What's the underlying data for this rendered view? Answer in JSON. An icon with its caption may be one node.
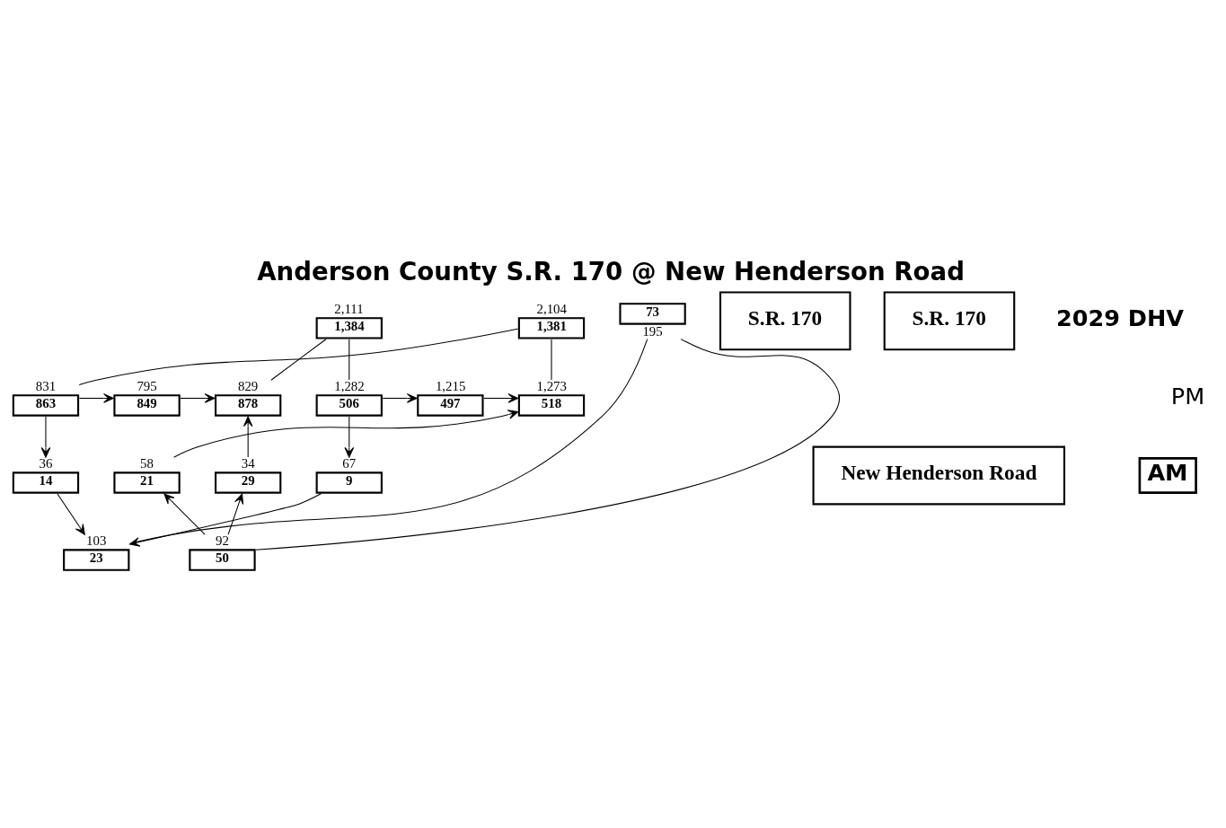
{
  "diagram": {
    "title": "Anderson County S.R. 170 @ New Henderson Road",
    "nodes": [
      {
        "text": [
          "878"
        ],
        "beside": [
          "829"
        ]
      },
      {
        "text": [
          "849"
        ],
        "beside": [
          "795"
        ]
      },
      {
        "text": [
          "863"
        ],
        "beside": [
          "831"
        ]
      },
      {
        "text": [
          "14"
        ],
        "beside": [
          "36"
        ]
      },
      {
        "text": [
          "1,384"
        ],
        "beside": [
          "2,111"
        ]
      },
      {
        "text": [
          "S.R. 170"
        ]
      },
      {
        "text": [
          "S.R. 170"
        ]
      },
      {
        "text": [
          "1,381"
        ],
        "beside": [
          "2,104"
        ]
      },
      {
        "text": [
          "506"
        ],
        "beside": [
          "1,282"
        ]
      },
      {
        "text": [
          "497"
        ],
        "beside": [
          "1,215"
        ]
      },
      {
        "text": [
          "518"
        ],
        "beside": [
          "1,273"
        ]
      },
      {
        "text": [
          "9"
        ],
        "beside": [
          "67"
        ]
      },
      {
        "text": [
          "29"
        ],
        "beside": [
          "34"
        ]
      },
      {
        "text": [
          "21"
        ],
        "beside": [
          "58"
        ]
      },
      {
        "text": [
          "New Henderson Road"
        ]
      },
      {
        "text": [
          "23"
        ],
        "beside": [
          "103"
        ]
      },
      {
        "text": [
          "50"
        ],
        "beside": [
          "92"
        ]
      },
      {
        "text": [
          "AM"
        ]
      },
      {
        "text": [
          "73"
        ],
        "beside": [
          "195"
        ]
      }
    ],
    "edges": [
      {
        "from": 1,
        "to": 0,
        "arrow": "to"
      },
      {
        "from": 12,
        "to": 0,
        "arrow": "to"
      },
      {
        "from": 2,
        "to": 1,
        "arrow": "to"
      },
      {
        "from": 2,
        "to": 3,
        "arrow": "to"
      },
      {
        "from": 3,
        "to": 15,
        "arrow": "to"
      },
      {
        "from": 8,
        "to": 9,
        "arrow": "to"
      },
      {
        "from": 9,
        "to": 10,
        "arrow": "to"
      },
      {
        "from": 8,
        "to": 11,
        "arrow": "to"
      },
      {
        "from": 11,
        "to": 15,
        "arrow": "to"
      },
      {
        "from": 16,
        "to": 12,
        "arrow": "to"
      },
      {
        "from": 16,
        "to": 13,
        "arrow": "to"
      },
      {
        "from": 13,
        "to": 10,
        "arrow": "to"
      },
      {
        "from": 4,
        "to": 0,
        "arrow": "none"
      },
      {
        "from": 4,
        "to": 8,
        "arrow": "none"
      },
      {
        "from": 7,
        "to": 2,
        "arrow": "none"
      },
      {
        "from": 7,
        "to": 10,
        "arrow": "none"
      },
      {
        "from": 18,
        "to": 15,
        "arrow": "none"
      },
      {
        "from": 18,
        "to": 16,
        "arrow": "none"
      }
    ],
    "labels": [
      "2029 DHV",
      "PM"
    ]
  }
}
